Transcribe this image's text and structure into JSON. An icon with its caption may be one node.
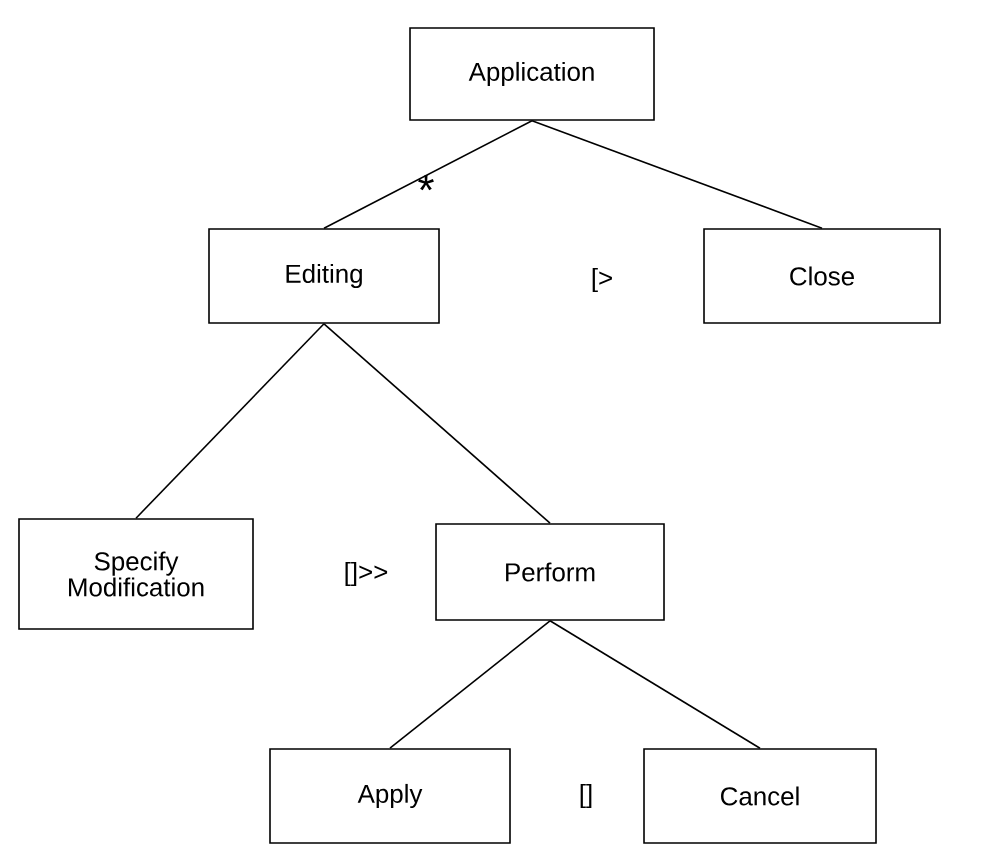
{
  "diagram": {
    "nodes": [
      {
        "text": [
          "Application"
        ]
      },
      {
        "text": [
          "Editing"
        ],
        "beside": [
          "*"
        ]
      },
      {
        "text": [
          "Close"
        ]
      },
      {
        "text": [
          "Specify Modification"
        ]
      },
      {
        "text": [
          "Perform"
        ]
      },
      {
        "text": [
          "Apply"
        ]
      },
      {
        "text": [
          "Cancel"
        ]
      }
    ],
    "edges": [
      {
        "from": 0,
        "to": 1,
        "arrow": "none"
      },
      {
        "from": 0,
        "to": 2,
        "arrow": "none"
      },
      {
        "from": 1,
        "to": 3,
        "arrow": "none"
      },
      {
        "from": 1,
        "to": 4,
        "arrow": "none"
      },
      {
        "from": 4,
        "to": 5,
        "arrow": "none"
      },
      {
        "from": 4,
        "to": 6,
        "arrow": "none"
      }
    ],
    "labels": [
      "[>",
      "[]>>",
      "[]"
    ]
  }
}
